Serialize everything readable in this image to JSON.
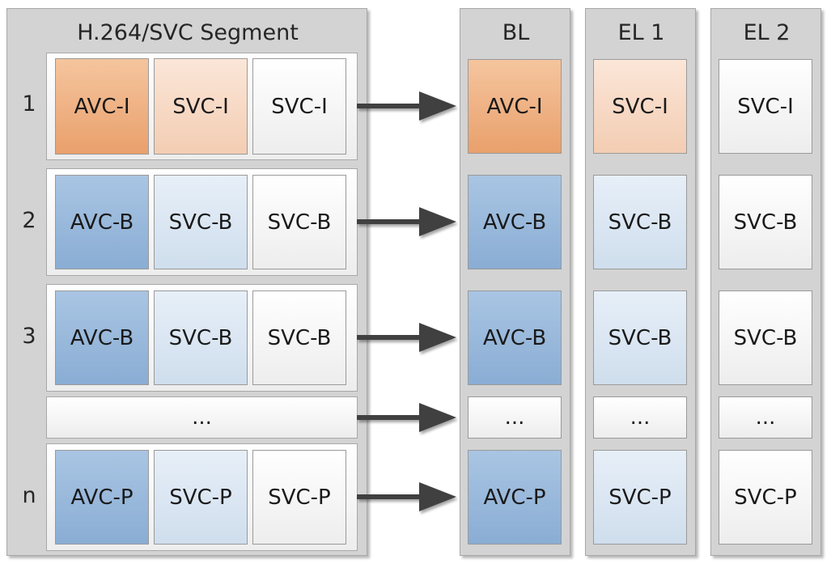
{
  "segment": {
    "title": "H.264/SVC Segment",
    "rows": [
      {
        "label": "1",
        "cells": [
          "AVC-I",
          "SVC-I",
          "SVC-I"
        ],
        "type": "I"
      },
      {
        "label": "2",
        "cells": [
          "AVC-B",
          "SVC-B",
          "SVC-B"
        ],
        "type": "B"
      },
      {
        "label": "3",
        "cells": [
          "AVC-B",
          "SVC-B",
          "SVC-B"
        ],
        "type": "B"
      },
      {
        "label": "",
        "cells": [
          "..."
        ],
        "type": "ellipsis"
      },
      {
        "label": "n",
        "cells": [
          "AVC-P",
          "SVC-P",
          "SVC-P"
        ],
        "type": "P"
      }
    ]
  },
  "layers": [
    {
      "title": "BL",
      "cells": [
        "AVC-I",
        "AVC-B",
        "AVC-B",
        "...",
        "AVC-P"
      ]
    },
    {
      "title": "EL 1",
      "cells": [
        "SVC-I",
        "SVC-B",
        "SVC-B",
        "...",
        "SVC-P"
      ]
    },
    {
      "title": "EL 2",
      "cells": [
        "SVC-I",
        "SVC-B",
        "SVC-B",
        "...",
        "SVC-P"
      ]
    }
  ],
  "colors": {
    "avc_i": "#ed a877",
    "svc_i": "#f7dac6",
    "avc_bp": "#99b9dc",
    "svc_bp": "#dbe6f2",
    "arrow": "#404040"
  }
}
